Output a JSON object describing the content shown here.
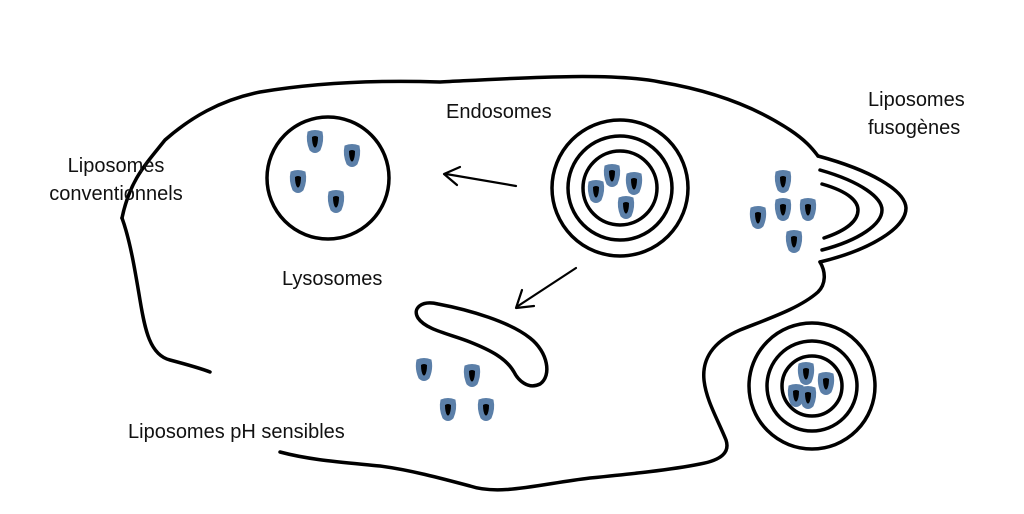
{
  "labels": {
    "conventional": [
      "Liposomes",
      "conventionnels"
    ],
    "endosomes": "Endosomes",
    "lysosomes": "Lysosomes",
    "fusogenic": [
      "Liposomes",
      "fusogènes"
    ],
    "ph_sensitive": "Liposomes pH sensibles"
  },
  "colors": {
    "outline": "#000000",
    "drug_fill": "#5b7fa8",
    "drug_core": "#000000",
    "text": "#111111",
    "background": "#ffffff"
  }
}
